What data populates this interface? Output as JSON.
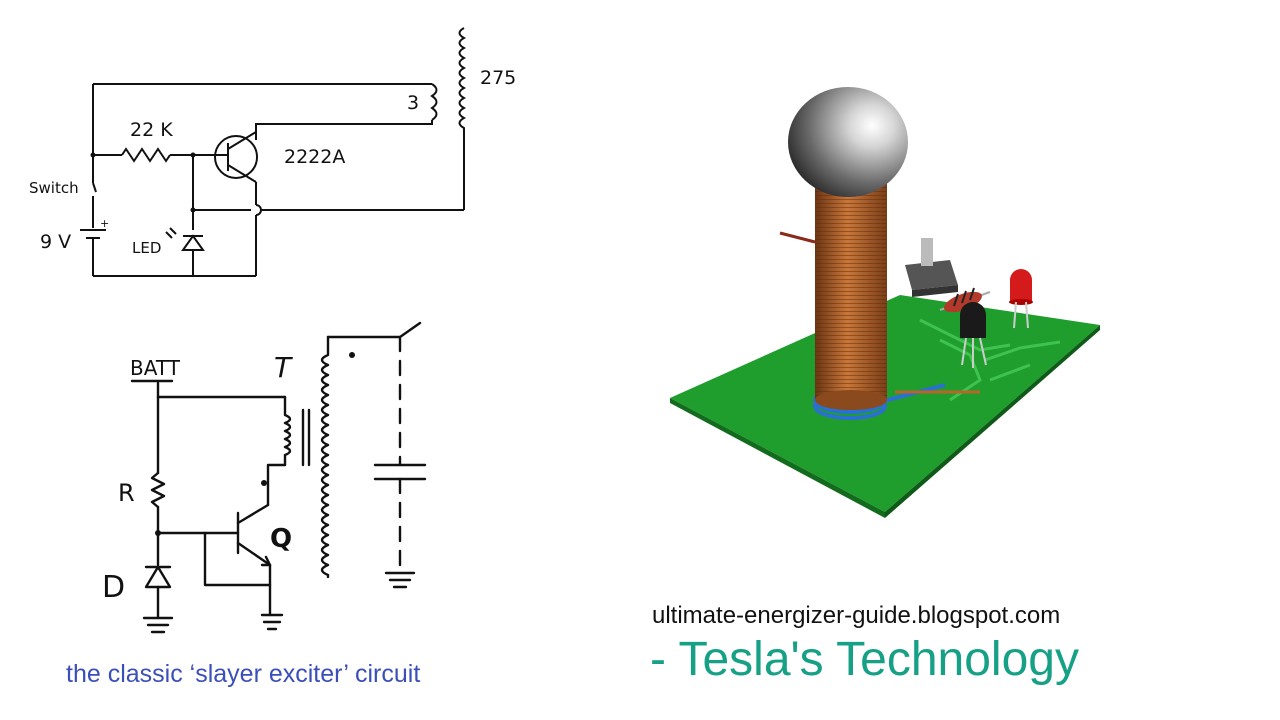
{
  "schematic": {
    "secondary_turns": "275",
    "primary_turns": "3",
    "resistor_label": "22 K",
    "transistor_label": "2222A",
    "switch_label": "Switch",
    "battery_label": "9 V",
    "led_label": "LED"
  },
  "hand_sketch": {
    "battery_label": "BATT",
    "transformer_label": "T",
    "resistor_label": "R",
    "transistor_label": "Q",
    "diode_label": "D"
  },
  "caption": "the classic ‘slayer exciter’ circuit",
  "source_url": "ultimate-energizer-guide.blogspot.com",
  "tagline": "- Tesla's Technology",
  "colors": {
    "tagline": "#16a085",
    "caption": "#3b4fb8",
    "pcb": "#1f9e2e",
    "coil": "#b8652a"
  }
}
